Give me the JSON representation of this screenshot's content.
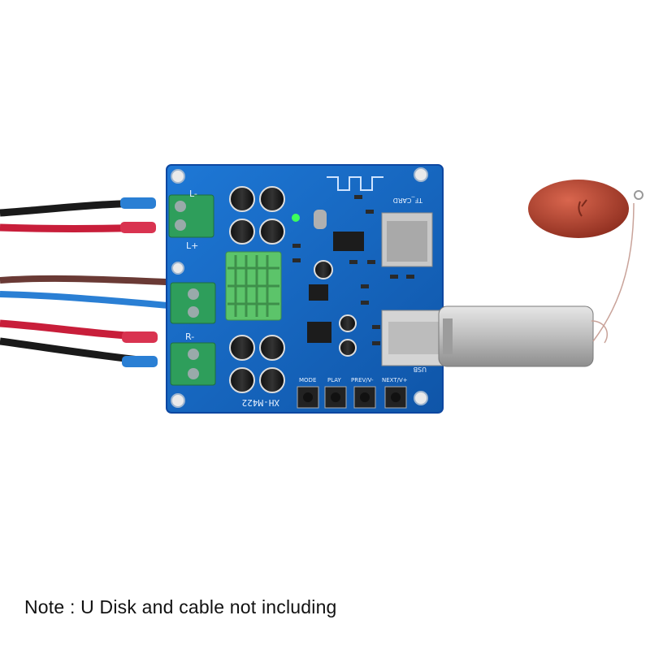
{
  "colors": {
    "pcb": "#1565c0",
    "pcb_edge": "#0d47a1",
    "terminal": "#2e9e5b",
    "heatsink": "#5cc46a",
    "wire_red": "#c81e3a",
    "wire_blue": "#2a7fd4",
    "wire_black": "#1a1a1a",
    "wire_brown": "#6a3a35",
    "usb_disk": "#c9c9c9",
    "keychain": "#b8432f"
  },
  "board": {
    "model": "XH-M422",
    "tf_label": "TF_CARD",
    "usb_label": "USB",
    "left_minus": "L-",
    "left_plus": "L+",
    "right_minus": "R-",
    "buttons": [
      {
        "label": "MODE"
      },
      {
        "label": "PLAY"
      },
      {
        "label": "PREV/V-"
      },
      {
        "label": "NEXT/V+"
      }
    ]
  },
  "note": "Note : U Disk and cable not including"
}
